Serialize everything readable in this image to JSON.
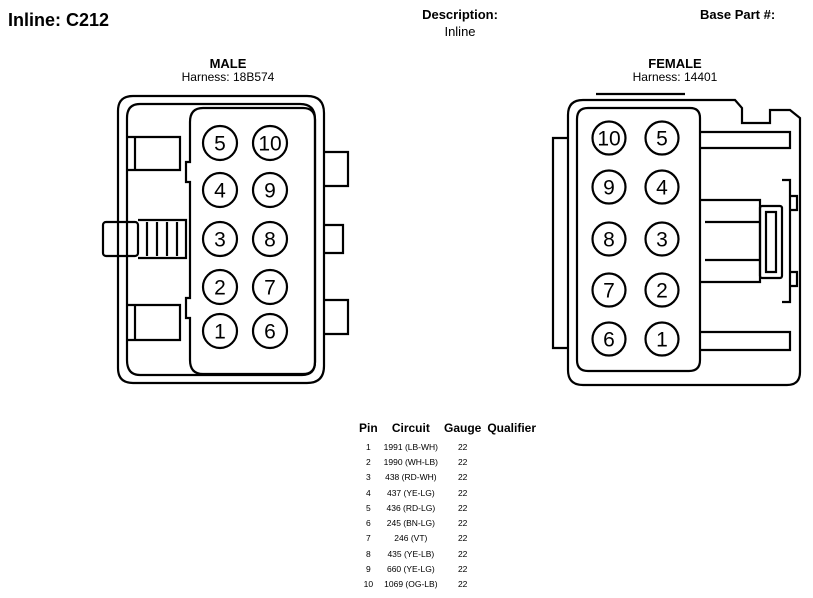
{
  "header": {
    "title": "Inline: C212",
    "description_label": "Description:",
    "description_value": "Inline",
    "base_part_label": "Base Part #:"
  },
  "connectors": {
    "male": {
      "title": "MALE",
      "harness": "Harness: 18B574",
      "pins": [
        {
          "num": "5"
        },
        {
          "num": "10"
        },
        {
          "num": "4"
        },
        {
          "num": "9"
        },
        {
          "num": "3"
        },
        {
          "num": "8"
        },
        {
          "num": "2"
        },
        {
          "num": "7"
        },
        {
          "num": "1"
        },
        {
          "num": "6"
        }
      ]
    },
    "female": {
      "title": "FEMALE",
      "harness": "Harness: 14401",
      "pins": [
        {
          "num": "10"
        },
        {
          "num": "5"
        },
        {
          "num": "9"
        },
        {
          "num": "4"
        },
        {
          "num": "8"
        },
        {
          "num": "3"
        },
        {
          "num": "7"
        },
        {
          "num": "2"
        },
        {
          "num": "6"
        },
        {
          "num": "1"
        }
      ]
    }
  },
  "pin_table": {
    "headers": {
      "pin": "Pin",
      "circuit": "Circuit",
      "gauge": "Gauge",
      "qualifier": "Qualifier"
    },
    "rows": [
      {
        "pin": "1",
        "circuit": "1991 (LB-WH)",
        "gauge": "22",
        "qualifier": ""
      },
      {
        "pin": "2",
        "circuit": "1990 (WH-LB)",
        "gauge": "22",
        "qualifier": ""
      },
      {
        "pin": "3",
        "circuit": "438 (RD-WH)",
        "gauge": "22",
        "qualifier": ""
      },
      {
        "pin": "4",
        "circuit": "437 (YE-LG)",
        "gauge": "22",
        "qualifier": ""
      },
      {
        "pin": "5",
        "circuit": "436 (RD-LG)",
        "gauge": "22",
        "qualifier": ""
      },
      {
        "pin": "6",
        "circuit": "245 (BN-LG)",
        "gauge": "22",
        "qualifier": ""
      },
      {
        "pin": "7",
        "circuit": "246 (VT)",
        "gauge": "22",
        "qualifier": ""
      },
      {
        "pin": "8",
        "circuit": "435 (YE-LB)",
        "gauge": "22",
        "qualifier": ""
      },
      {
        "pin": "9",
        "circuit": "660 (YE-LG)",
        "gauge": "22",
        "qualifier": ""
      },
      {
        "pin": "10",
        "circuit": "1069 (OG-LB)",
        "gauge": "22",
        "qualifier": ""
      }
    ]
  }
}
